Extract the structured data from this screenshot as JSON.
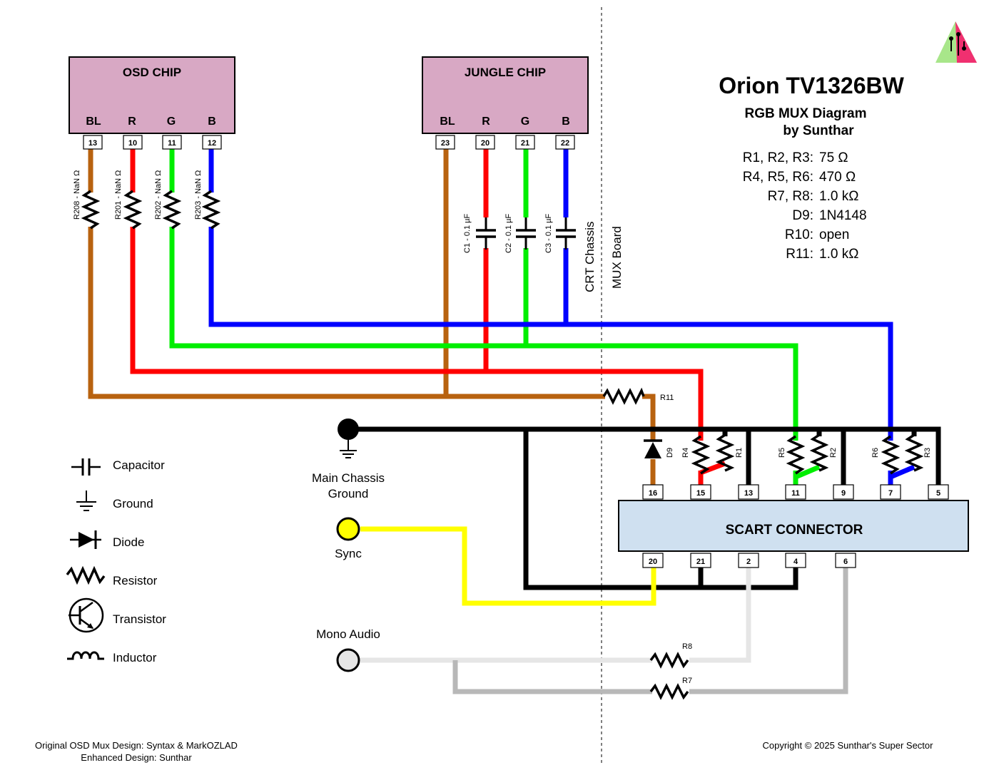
{
  "title": "Orion TV1326BW",
  "subtitle": "RGB MUX Diagram",
  "author": "by Sunthar",
  "specs": [
    {
      "name": "R1, R2, R3:",
      "value": "75 Ω"
    },
    {
      "name": "R4, R5, R6:",
      "value": "470 Ω"
    },
    {
      "name": "R7, R8:",
      "value": "1.0 kΩ"
    },
    {
      "name": "D9:",
      "value": "1N4148"
    },
    {
      "name": "R10:",
      "value": "open"
    },
    {
      "name": "R11:",
      "value": "1.0 kΩ"
    }
  ],
  "osd_chip": {
    "label": "OSD CHIP",
    "pins": [
      "BL",
      "R",
      "G",
      "B"
    ],
    "pin_numbers": [
      "13",
      "10",
      "11",
      "12"
    ],
    "resistors": [
      "R208 - NaN Ω",
      "R201 - NaN Ω",
      "R202 - NaN Ω",
      "R203 - NaN Ω"
    ]
  },
  "jungle_chip": {
    "label": "JUNGLE CHIP",
    "pins": [
      "BL",
      "R",
      "G",
      "B"
    ],
    "pin_numbers": [
      "23",
      "20",
      "21",
      "22"
    ],
    "capacitors": [
      "C1 - 0.1 µF",
      "C2 - 0.1 µF",
      "C3 - 0.1 µF"
    ]
  },
  "boundary": {
    "left": "CRT Chassis",
    "right": "MUX Board"
  },
  "scart": {
    "label": "SCART CONNECTOR",
    "top_pins": [
      "16",
      "15",
      "13",
      "11",
      "9",
      "7",
      "5"
    ],
    "bottom_pins": [
      "20",
      "21",
      "2",
      "4",
      "6"
    ]
  },
  "mux_parts": {
    "r11": "R11",
    "d9": "D9",
    "r4": "R4",
    "r1": "R1",
    "r5": "R5",
    "r2": "R2",
    "r6": "R6",
    "r3": "R3",
    "r8": "R8",
    "r7": "R7"
  },
  "terminals": {
    "ground": [
      "Main Chassis",
      "Ground"
    ],
    "sync": "Sync",
    "audio": "Mono Audio"
  },
  "legend": [
    "Capacitor",
    "Ground",
    "Diode",
    "Resistor",
    "Transistor",
    "Inductor"
  ],
  "footer": {
    "credit_line1": "Original OSD Mux Design: Syntax & MarkOZLAD",
    "credit_line2": "Enhanced Design: Sunthar",
    "copyright": "Copyright © 2025 Sunthar's Super Sector"
  },
  "colors": {
    "blanking": "#b8620f",
    "red": "#ff0000",
    "green": "#00ee00",
    "blue": "#0000ff",
    "ground": "#000000",
    "sync": "#ffff00",
    "audio_left": "#e6e6e6",
    "audio_right": "#b8b8b8"
  }
}
